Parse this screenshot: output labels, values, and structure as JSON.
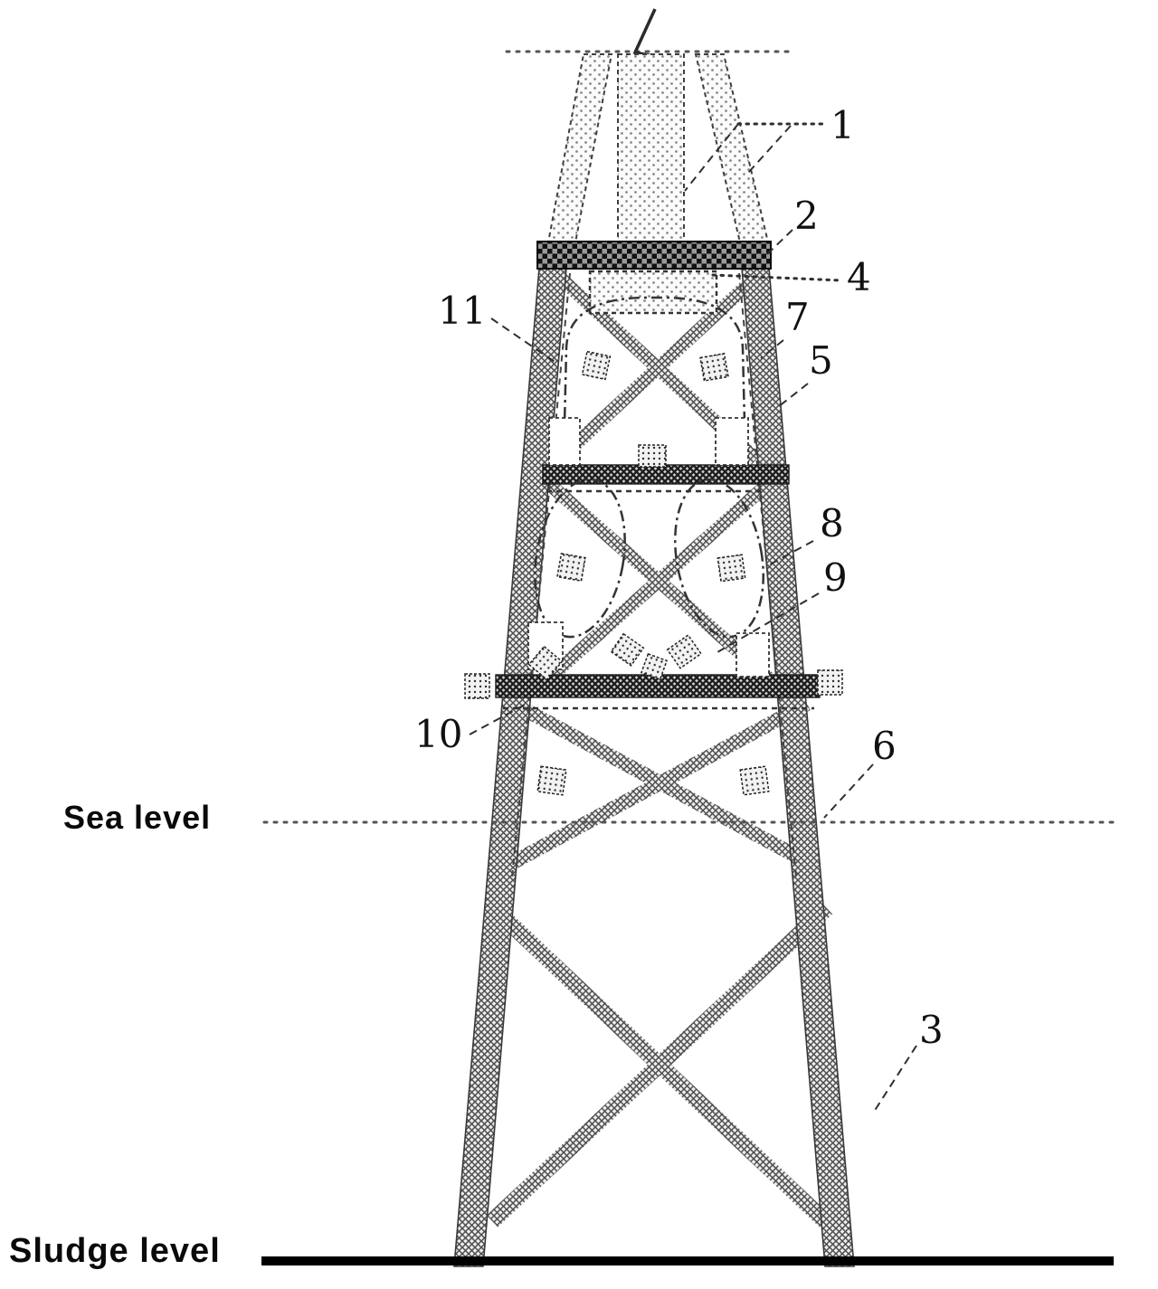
{
  "levels": {
    "sea": "Sea level",
    "sludge": "Sludge level"
  },
  "parts": {
    "p1": "1",
    "p2": "2",
    "p3": "3",
    "p4": "4",
    "p5": "5",
    "p6": "6",
    "p7": "7",
    "p8": "8",
    "p9": "9",
    "p10": "10",
    "p11": "11"
  },
  "colors": {
    "ink": "#1a1a1a",
    "hatch": "#4d4d4d",
    "background": "#ffffff"
  }
}
